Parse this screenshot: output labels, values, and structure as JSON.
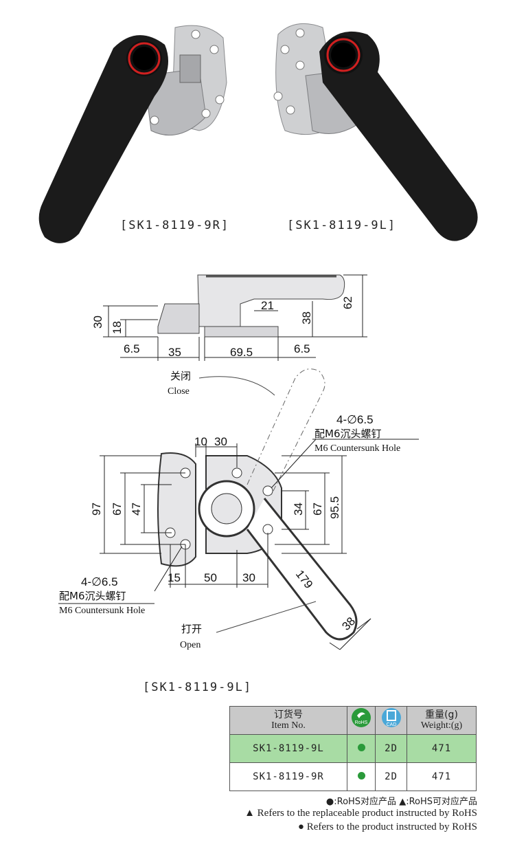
{
  "products": {
    "right_label": "[SK1-8119-9R]",
    "left_label": "[SK1-8119-9L]"
  },
  "drawing": {
    "side_dims": [
      "62",
      "21",
      "38",
      "30",
      "18",
      "6.5",
      "35",
      "69.5",
      "6.5"
    ],
    "close_cn": "关闭",
    "close_en": "Close",
    "open_cn": "打开",
    "open_en": "Open",
    "hole_spec": "4-∅6.5",
    "hole_cn": "配M6沉头螺钉",
    "hole_en": "M6 Countersunk Hole",
    "top_dims": [
      "10",
      "30"
    ],
    "left_dims": [
      "97",
      "67",
      "47"
    ],
    "right_dims": [
      "34",
      "67",
      "95.5"
    ],
    "bottom_dims": [
      "15",
      "50",
      "30"
    ],
    "length_dim": "179",
    "width_dim": "38",
    "drawing_label": "[SK1-8119-9L]"
  },
  "table": {
    "headers": {
      "item_cn": "订货号",
      "item_en": "Item No.",
      "rohs": "RoHS",
      "cad": "CAD",
      "weight_cn": "重量(g)",
      "weight_en": "Weight:(g)"
    },
    "rows": [
      {
        "item": "SK1-8119-9L",
        "cad": "2D",
        "weight": "471"
      },
      {
        "item": "SK1-8119-9R",
        "cad": "2D",
        "weight": "471"
      }
    ]
  },
  "notes": {
    "legend": "●:RoHS对应产品  ▲:RoHS可对应产品",
    "triangle_note": "▲ Refers to the replaceable product instructed by RoHS",
    "dot_note": "● Refers to the product instructed by RoHS"
  },
  "colors": {
    "highlight_row": "#a8dca4",
    "rohs_green": "#2a9a3a",
    "cad_blue": "#4aa8d8",
    "handle_black": "#1b1b1b",
    "button_red": "#d02020"
  }
}
